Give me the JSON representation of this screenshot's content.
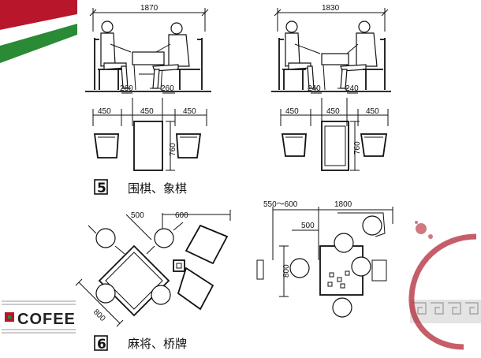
{
  "section5": {
    "number": "5",
    "caption": "围棋、象棋",
    "left_elevation": {
      "total_width": "1870"
    },
    "right_elevation": {
      "total_width": "1830"
    },
    "left_plan": {
      "dims": [
        "450",
        "260",
        "450",
        "260",
        "450"
      ],
      "depth": "760"
    },
    "right_plan": {
      "dims": [
        "450",
        "240",
        "450",
        "240",
        "450"
      ],
      "depth": "760"
    }
  },
  "section6": {
    "number": "6",
    "caption": "麻将、桥牌",
    "diagonal_plan": {
      "dim_500": "500",
      "dim_600": "600",
      "dim_800": "800"
    },
    "square_plan": {
      "dim_range": "550～600",
      "total_width": "1800",
      "dim_500": "500",
      "dim_800": "800"
    }
  },
  "branding": {
    "logo_text": "COFEE"
  },
  "colors": {
    "accent_red": "#b8162a",
    "accent_green": "#2a8a35",
    "stain_red": "#b02030"
  }
}
